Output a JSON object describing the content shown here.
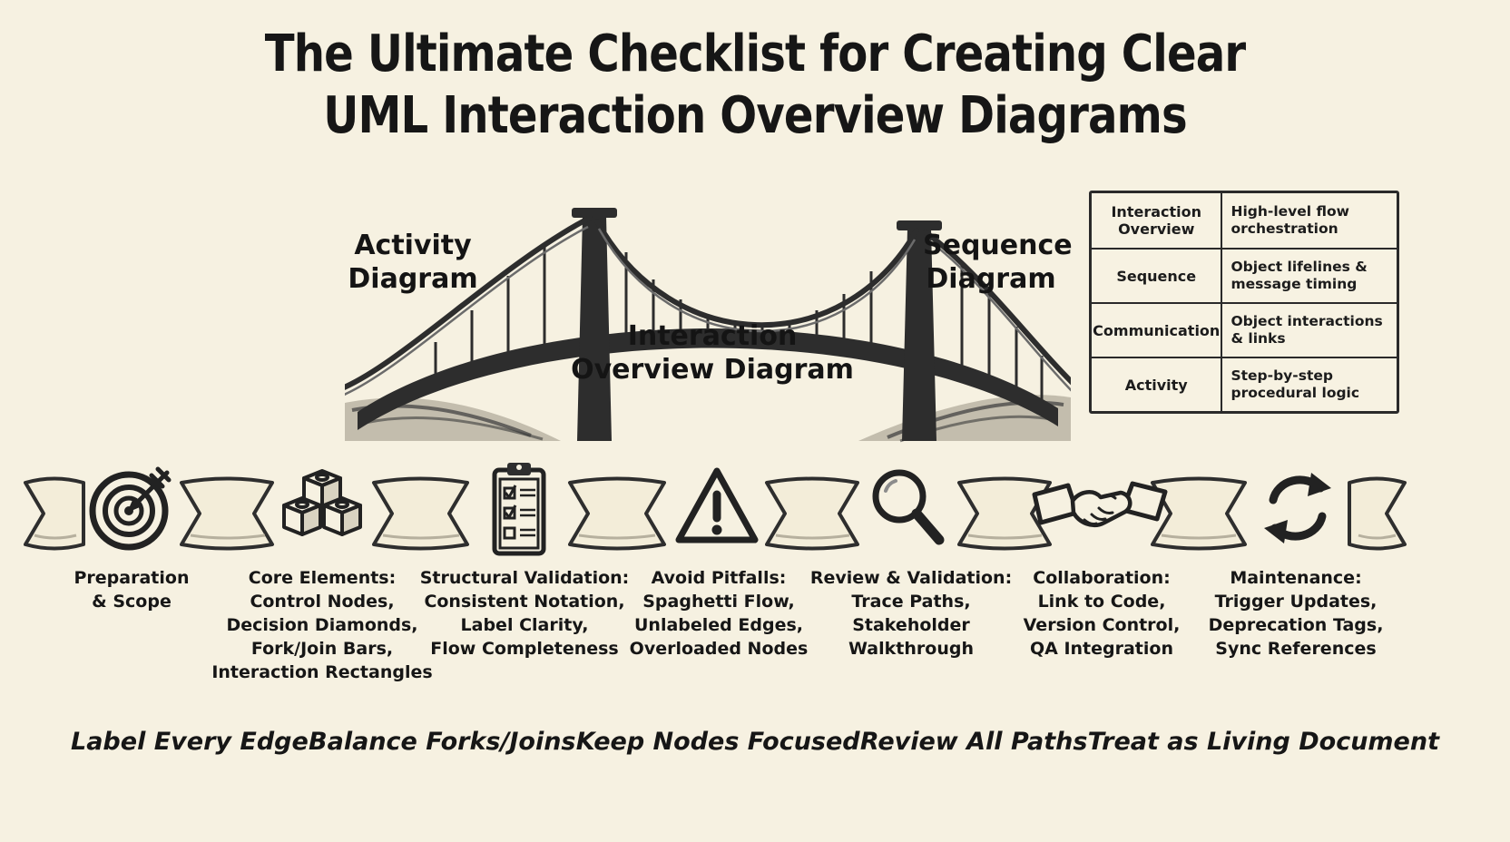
{
  "title": {
    "text": "The Ultimate Checklist for Creating Clear\nUML Interaction Overview Diagrams"
  },
  "bridge": {
    "left_label": "Activity\nDiagram",
    "center_label": "Interaction\nOverview Diagram",
    "right_label": "Sequence\nDiagram"
  },
  "diagram_table": {
    "rows": [
      {
        "type": "Interaction\nOverview",
        "description": "High-level flow\norchestration"
      },
      {
        "type": "Sequence",
        "description": "Object lifelines &\nmessage timing"
      },
      {
        "type": "Communication",
        "description": "Object interactions\n& links"
      },
      {
        "type": "Activity",
        "description": "Step-by-step\nprocedural logic"
      }
    ]
  },
  "checklist": {
    "items": [
      {
        "icon": "target-icon",
        "label": "Preparation\n& Scope"
      },
      {
        "icon": "building-blocks-icon",
        "label": "Core Elements:\nControl Nodes,\nDecision Diamonds,\nFork/Join Bars,\nInteraction Rectangles"
      },
      {
        "icon": "clipboard-checklist-icon",
        "label": "Structural Validation:\nConsistent Notation,\nLabel Clarity,\nFlow Completeness"
      },
      {
        "icon": "warning-triangle-icon",
        "label": "Avoid Pitfalls:\nSpaghetti Flow,\nUnlabeled Edges,\nOverloaded Nodes"
      },
      {
        "icon": "magnifying-glass-icon",
        "label": "Review & Validation:\nTrace Paths,\nStakeholder\nWalkthrough"
      },
      {
        "icon": "handshake-icon",
        "label": "Collaboration:\nLink to Code,\nVersion Control,\nQA Integration"
      },
      {
        "icon": "sync-arrows-icon",
        "label": "Maintenance:\nTrigger Updates,\nDeprecation Tags,\nSync References"
      }
    ]
  },
  "footer": {
    "tips": [
      "Label Every Edge",
      "Balance Forks/Joins",
      "Keep Nodes Focused",
      "Review All Paths",
      "Treat as Living Document"
    ]
  },
  "colors": {
    "background": "#f6f1e1",
    "ink": "#1c1c1c"
  }
}
